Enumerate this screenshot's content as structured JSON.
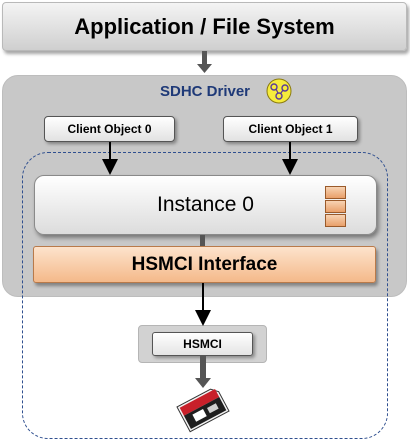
{
  "top": {
    "label": "Application / File System"
  },
  "driver": {
    "title": "SDHC Driver",
    "logo_icon": "driver-logo-icon"
  },
  "clients": [
    {
      "label": "Client Object 0"
    },
    {
      "label": "Client Object 1"
    }
  ],
  "instance": {
    "label": "Instance 0"
  },
  "interface": {
    "label": "HSMCI Interface"
  },
  "hsmci": {
    "label": "HSMCI"
  },
  "card": {
    "icon": "sd-card-icon"
  },
  "colors": {
    "driver_title": "#1f3a78",
    "interface_fill": "#f4b98a",
    "dashed_border": "#2f4f8f"
  }
}
